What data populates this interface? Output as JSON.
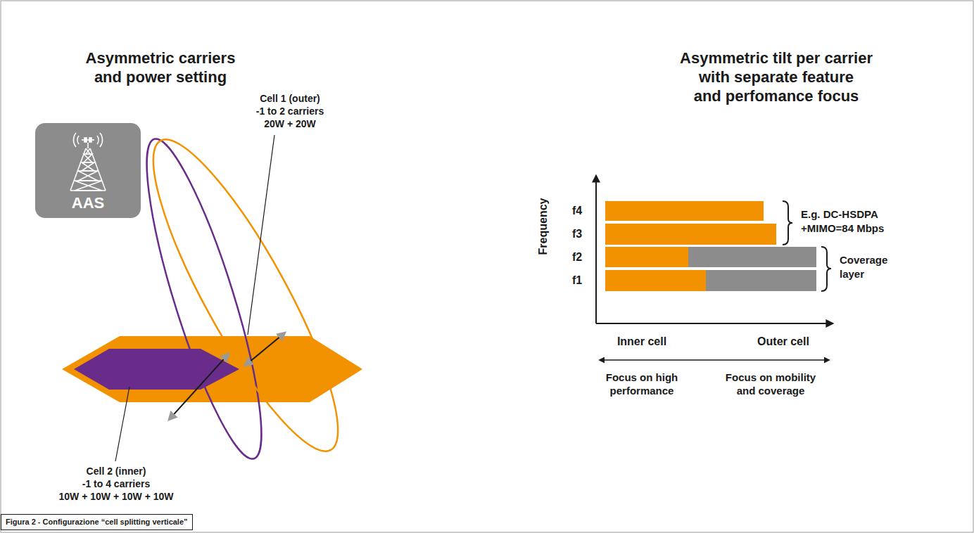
{
  "diagram": {
    "caption": "Figura 2 - Configurazione “cell splitting verticale”",
    "nodes": [
      {
        "text": [
          "AAS"
        ]
      }
    ],
    "edges": [],
    "labels": [
      "Asymmetric carriers",
      "and power setting",
      "Asymmetric tilt per carrier",
      "with separate feature",
      "and perfomance focus",
      "Cell 1 (outer)",
      "-1 to 2 carriers",
      "20W + 20W",
      "Cell 2 (inner)",
      "-1 to 4 carriers",
      "10W + 10W + 10W + 10W",
      "Frequency",
      "f4",
      "f3",
      "f2",
      "f1",
      "E.g. DC-HSDPA",
      "+MIMO=84 Mbps",
      "Coverage",
      "layer",
      "Inner cell",
      "Outer cell",
      "Focus on high",
      "performance",
      "Focus on mobility",
      "and coverage"
    ]
  }
}
